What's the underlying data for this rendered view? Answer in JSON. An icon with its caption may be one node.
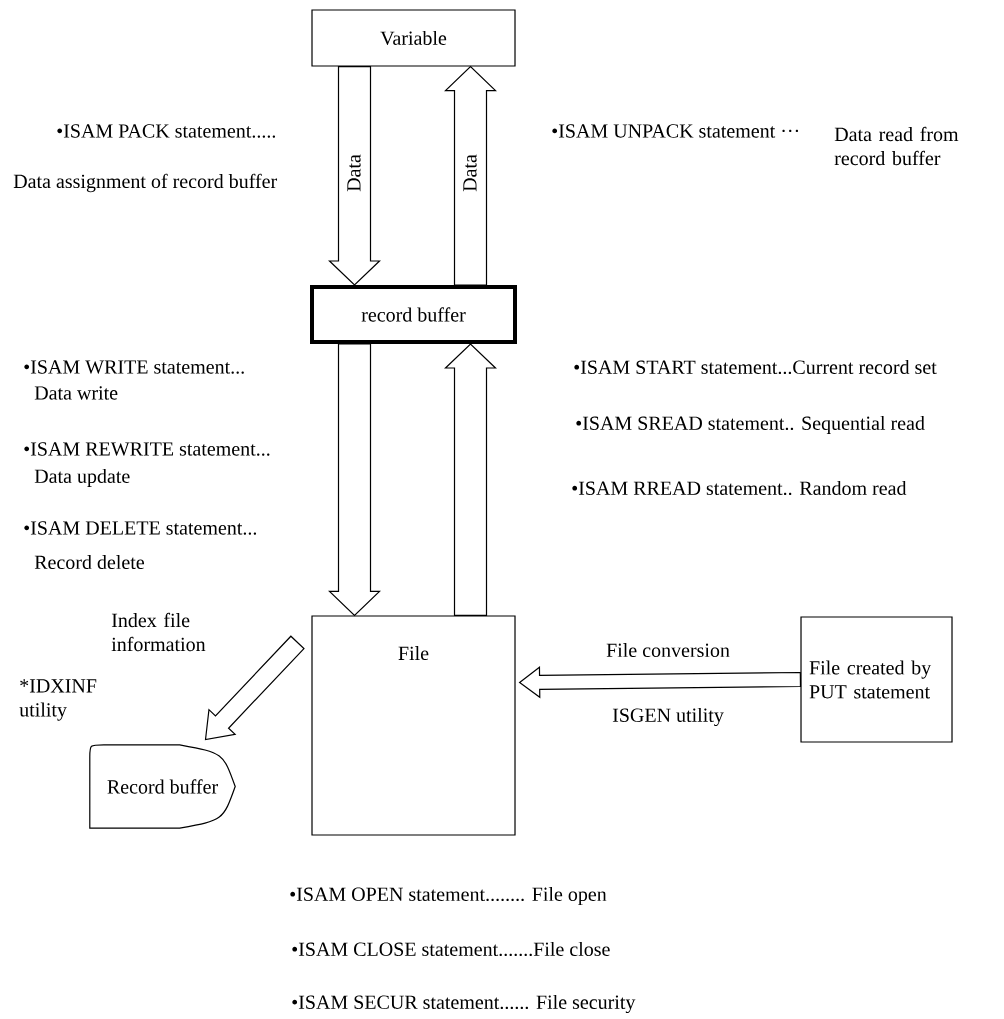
{
  "diagram": {
    "nodes": [
      {
        "text": [
          "Variable"
        ]
      },
      {
        "text": [
          "record buffer"
        ]
      },
      {
        "text": [
          "File"
        ]
      },
      {
        "text": [
          "File created by PUT statement"
        ]
      },
      {
        "text": [
          "Record buffer"
        ]
      }
    ],
    "edges": [
      {
        "from": 0,
        "to": 1,
        "arrow": "to",
        "label": "Data"
      },
      {
        "from": 1,
        "to": 0,
        "arrow": "to",
        "label": "Data"
      },
      {
        "from": 1,
        "to": 2,
        "arrow": "to"
      },
      {
        "from": 2,
        "to": 1,
        "arrow": "to"
      },
      {
        "from": 2,
        "to": 4,
        "arrow": "to",
        "label": "Index file information"
      },
      {
        "from": 3,
        "to": 2,
        "arrow": "to",
        "label": "File conversion"
      }
    ],
    "labels": [
      "•ISAM PACK statement.....",
      "Data assignment of record buffer",
      "•ISAM UNPACK statement ···",
      "Data read from record buffer",
      "•ISAM WRITE statement...",
      "Data write",
      "•ISAM START statement...Current record set",
      "•ISAM REWRITE statement...",
      "Data update",
      "•ISAM SREAD statement.. Sequential read",
      "•ISAM DELETE statement...",
      "Record delete",
      "•ISAM RREAD statement.. Random read",
      "*IDXINF utility",
      "ISGEN utility",
      "•ISAM OPEN statement........ File open",
      "•ISAM CLOSE statement.......File close",
      "•ISAM SECUR statement...... File security"
    ]
  }
}
